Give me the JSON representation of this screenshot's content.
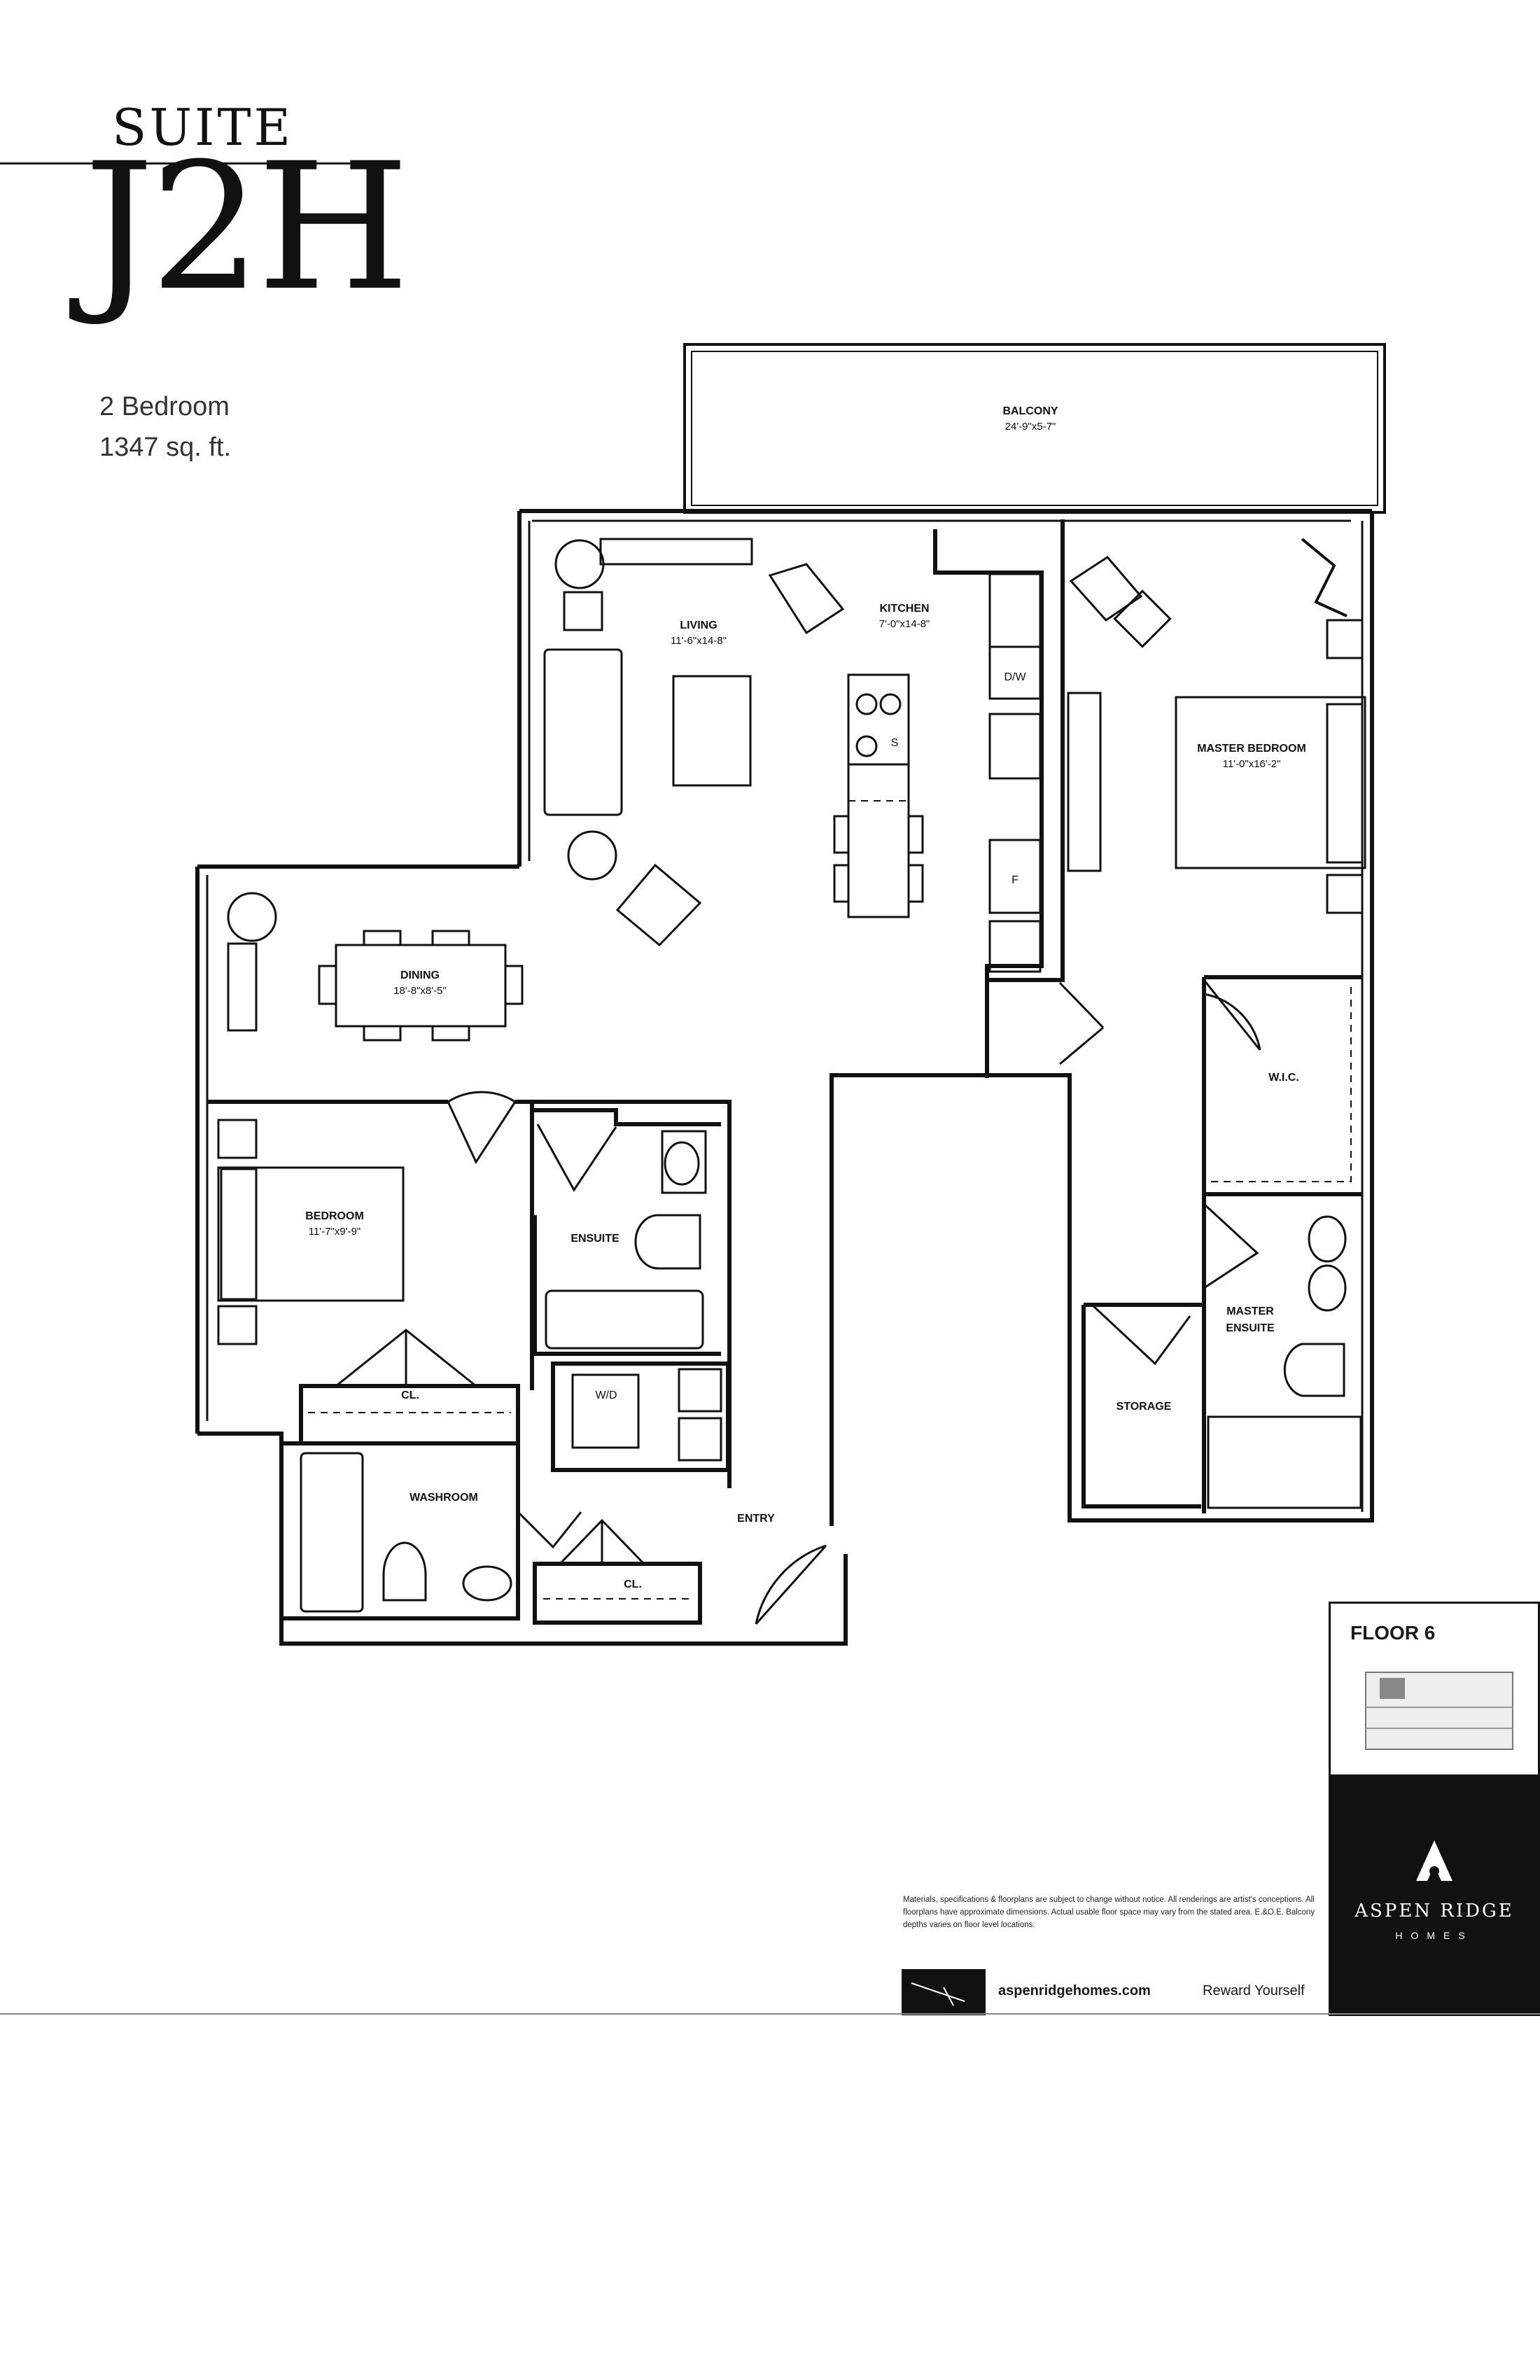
{
  "header": {
    "suite_word": "SUITE",
    "suite_code": "J2H",
    "bedrooms": "2 Bedroom",
    "area": "1347 sq. ft."
  },
  "rooms": {
    "balcony": {
      "name": "BALCONY",
      "dim": "24'-9\"x5-7\""
    },
    "living": {
      "name": "LIVING",
      "dim": "11'-6\"x14-8\""
    },
    "kitchen": {
      "name": "KITCHEN",
      "dim": "7'-0\"x14-8\""
    },
    "master_bedroom": {
      "name": "MASTER BEDROOM",
      "dim": "11'-0\"x16'-2\""
    },
    "dining": {
      "name": "DINING",
      "dim": "18'-8\"x8'-5\""
    },
    "bedroom": {
      "name": "BEDROOM",
      "dim": "11'-7\"x9'-9\""
    },
    "ensuite": {
      "name": "ENSUITE"
    },
    "wic": {
      "name": "W.I.C."
    },
    "master_ensuite": {
      "name_line1": "MASTER",
      "name_line2": "ENSUITE"
    },
    "storage": {
      "name": "STORAGE"
    },
    "washroom": {
      "name": "WASHROOM"
    },
    "entry": {
      "name": "ENTRY"
    },
    "closet_bedroom": {
      "name": "CL."
    },
    "closet_entry": {
      "name": "CL."
    }
  },
  "fixtures": {
    "dishwasher": "D/W",
    "sink": "S",
    "fridge": "F",
    "washer_dryer": "W/D"
  },
  "floor": {
    "label": "FLOOR 6"
  },
  "brand": {
    "name": "ASPEN RIDGE",
    "sub": "HOMES"
  },
  "footer": {
    "disclaimer": "Materials, specifications & floorplans are subject to change without notice. All renderings are artist's conceptions. All floorplans have approximate dimensions. Actual usable floor space may vary from the stated area. E.&O.E. Balcony depths varies on floor level locations.",
    "url": "aspenridgehomes.com",
    "slogan": "Reward Yourself"
  }
}
